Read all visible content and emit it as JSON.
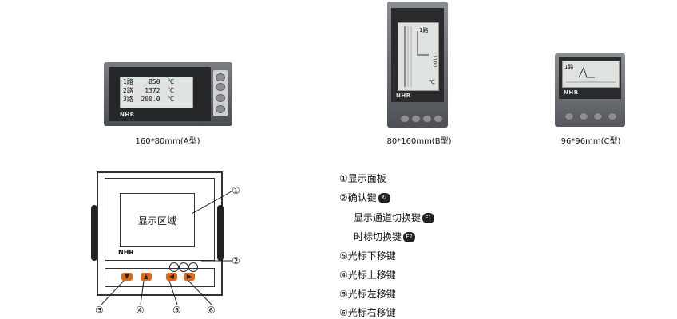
{
  "devices": {
    "a": {
      "caption": "160*80mm(A型)",
      "logo": "NHR",
      "rows": [
        "1路    850  ℃",
        "2路   1372  ℃",
        "3路  200.0  ℃"
      ]
    },
    "b": {
      "caption": "80*160mm(B型)",
      "logo": "NHR",
      "label": "1路",
      "value": "1100",
      "unit": "℃"
    },
    "c": {
      "caption": "96*96mm(C型)",
      "logo": "NHR",
      "label": "1路"
    }
  },
  "diagram": {
    "screen_label": "显示区域",
    "logo": "NHR",
    "callouts": [
      "①",
      "②",
      "③",
      "④",
      "⑤",
      "⑥"
    ]
  },
  "legend": {
    "items": [
      {
        "text": "①显示面板",
        "key": ""
      },
      {
        "text": "②确认键",
        "key": "↻"
      },
      {
        "text": "显示通道切换键",
        "key": "F1"
      },
      {
        "text": "时标切换键",
        "key": "F2"
      },
      {
        "text": "⑤光标下移键",
        "key": ""
      },
      {
        "text": "④光标上移键",
        "key": ""
      },
      {
        "text": "⑤光标左移键",
        "key": ""
      },
      {
        "text": "⑥光标右移键",
        "key": ""
      }
    ]
  }
}
